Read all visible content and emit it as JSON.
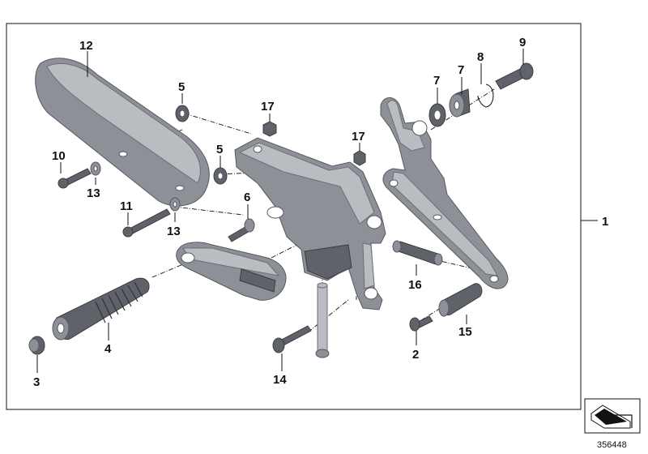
{
  "diagram": {
    "callouts": {
      "p1": "1",
      "p2": "2",
      "p3": "3",
      "p4": "4",
      "p5a": "5",
      "p5b": "5",
      "p6": "6",
      "p7a": "7",
      "p7b": "7",
      "p8": "8",
      "p9": "9",
      "p10": "10",
      "p11": "11",
      "p12": "12",
      "p13a": "13",
      "p13b": "13",
      "p14": "14",
      "p15": "15",
      "p16": "16",
      "p17a": "17",
      "p17b": "17"
    },
    "document_number": "356448",
    "part_fill_color": "#8d9197",
    "orientation_icon": "arrow-direction-icon"
  }
}
